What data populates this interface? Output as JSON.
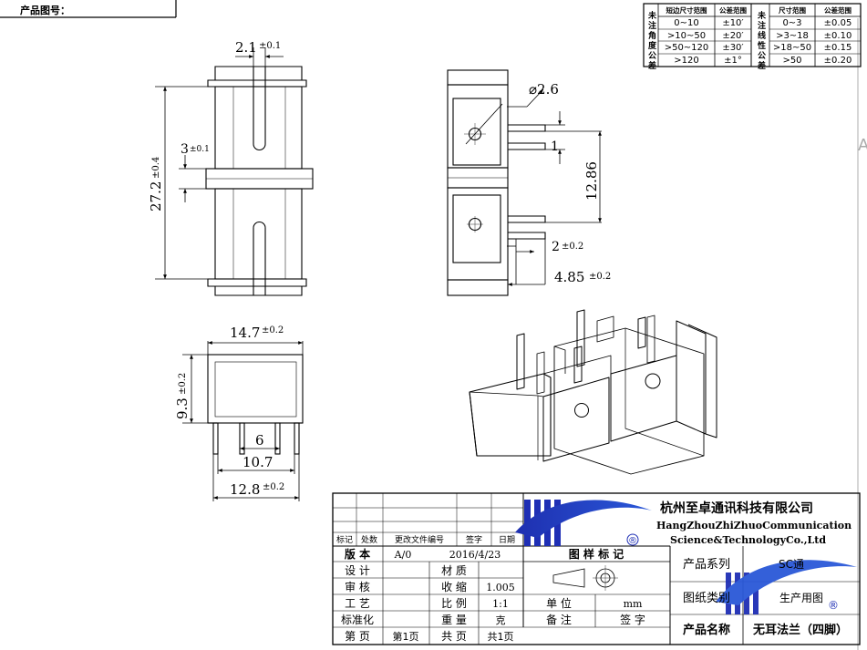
{
  "header": {
    "product_drawing_no_label": "产品图号："
  },
  "tolerance_table": {
    "angle_side_label": "未注角度公差",
    "linear_side_label": "未注线性公差",
    "angle_col_range": "短边尺寸范围",
    "angle_col_tol": "公差范围",
    "linear_col_range": "尺寸范围",
    "linear_col_tol": "公差范围",
    "rows": [
      {
        "a_range": "0~10",
        "a_tol": "±10′",
        "l_range": "0~3",
        "l_tol": "±0.05"
      },
      {
        "a_range": ">10~50",
        "a_tol": "±20′",
        "l_range": ">3~18",
        "l_tol": "±0.10"
      },
      {
        "a_range": ">50~120",
        "a_tol": "±30′",
        "l_range": ">18~50",
        "l_tol": "±0.15"
      },
      {
        "a_range": ">120",
        "a_tol": "±1°",
        "l_range": ">50",
        "l_tol": "±0.20"
      }
    ]
  },
  "dims": {
    "front_width": "2.1",
    "front_width_tol": "±0.1",
    "front_gap": "3",
    "front_gap_tol": "±0.1",
    "front_height": "27.2",
    "front_height_tol": "±0.4",
    "side_diameter": "⌀2.6",
    "side_pin": "1",
    "side_pitch": "12.86",
    "side_pin_width": "2",
    "side_pin_width_tol": "±0.2",
    "side_offset": "4.85",
    "side_offset_tol": "±0.2",
    "bottom_width": "14.7",
    "bottom_width_tol": "±0.2",
    "bottom_height": "9.3",
    "bottom_height_tol": "±0.2",
    "bottom_inner": "6",
    "bottom_mid": "10.7",
    "bottom_outer": "12.8",
    "bottom_outer_tol": "±0.2"
  },
  "company": {
    "name_cn": "杭州至卓通讯科技有限公司",
    "name_en_1": "HangZhouZhiZhuoCommunication",
    "name_en_2": "Science&TechnologyCo.,Ltd",
    "registered": "®"
  },
  "title_block": {
    "rev_headers": [
      "标记",
      "处数",
      "更改文件编号",
      "签字",
      "日期"
    ],
    "version_label": "版 本",
    "version_value": "A/0",
    "date_value": "2016/4/23",
    "sample_mark": "图 样 标 记",
    "design_label": "设 计",
    "material_label": "材 质",
    "review_label": "审 核",
    "shrink_label": "收 缩",
    "shrink_value": "1.005",
    "process_label": "工 艺",
    "scale_label": "比 例",
    "scale_value": "1:1",
    "unit_label": "单 位",
    "unit_value": "mm",
    "std_label": "标准化",
    "weight_label": "重 量",
    "weight_unit": "克",
    "note_label": "备 注",
    "sign_label": "签 字",
    "page_label": "第 页",
    "page_value": "第1页",
    "total_label": "共 页",
    "total_value": "共1页",
    "series_label": "产品系列",
    "series_value": "SC通",
    "drawing_type_label": "图纸类别",
    "drawing_type_value": "生产用图",
    "product_name_label": "产品名称",
    "product_name_value": "无耳法兰（四脚）"
  },
  "edge_mark": "A"
}
